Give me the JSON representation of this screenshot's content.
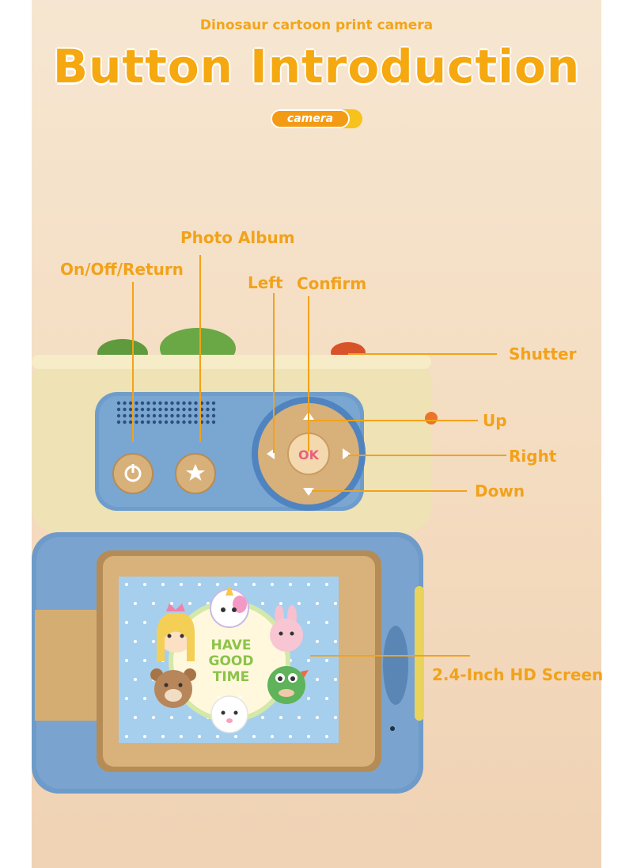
{
  "header": {
    "subtitle": "Dinosaur cartoon print camera",
    "title": "Button Introduction",
    "badge": "camera"
  },
  "callouts": {
    "photo_album": "Photo Album",
    "on_off_return": "On/Off/Return",
    "left": "Left",
    "confirm": "Confirm",
    "shutter": "Shutter",
    "up": "Up",
    "right": "Right",
    "down": "Down",
    "screen": "2.4-Inch HD Screen"
  },
  "device": {
    "ok_label": "OK",
    "screen_text": [
      "HAVE",
      "GOOD",
      "TIME"
    ]
  },
  "colors": {
    "accent": "#f2a21a",
    "camera_blue": "#6e9bc9",
    "camera_cream": "#efe1b0",
    "button_tan": "#d9b27a",
    "screen_bg": "#a6cfee"
  }
}
